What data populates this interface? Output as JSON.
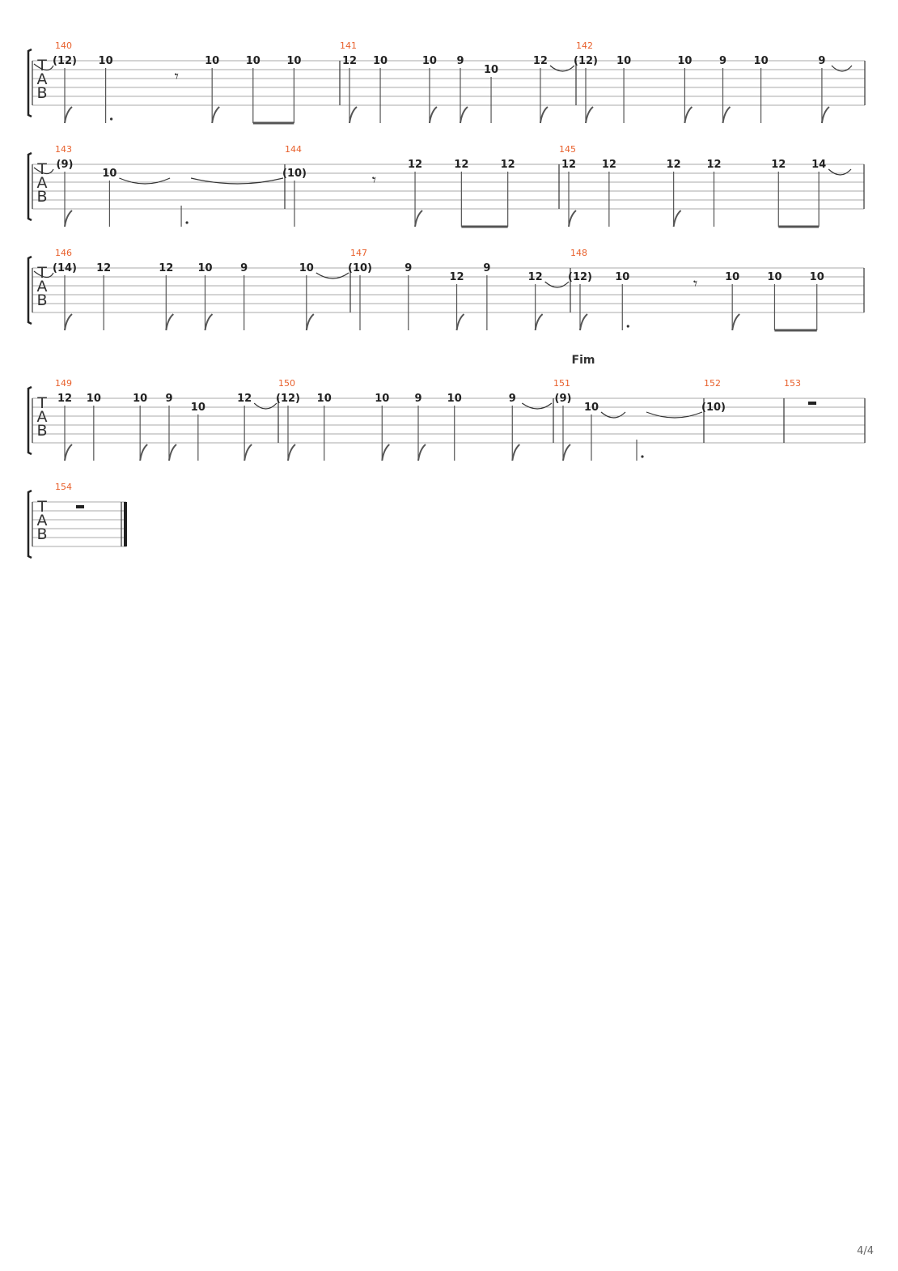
{
  "section_marker": "Fim",
  "page_number": "4/4",
  "tab_clef": [
    "T",
    "A",
    "B"
  ],
  "systems": [
    {
      "measures": [
        {
          "number": "140",
          "events": [
            {
              "fret": "(12)",
              "string": 1,
              "dur": 8,
              "tie_in": true
            },
            {
              "fret": "10",
              "string": 1,
              "dur": 4,
              "dot": true
            },
            {
              "rest": 8
            },
            {
              "fret": "10",
              "string": 1,
              "dur": 8
            },
            {
              "fret": "10",
              "string": 1,
              "dur": 8,
              "beam": "start"
            },
            {
              "fret": "10",
              "string": 1,
              "dur": 8,
              "beam": "end"
            }
          ]
        },
        {
          "number": "141",
          "events": [
            {
              "fret": "12",
              "string": 1,
              "dur": 8
            },
            {
              "fret": "10",
              "string": 1,
              "dur": 4
            },
            {
              "fret": "10",
              "string": 1,
              "dur": 8
            },
            {
              "fret": "9",
              "string": 1,
              "dur": 8
            },
            {
              "fret": "10",
              "string": 2,
              "dur": 4
            },
            {
              "fret": "12",
              "string": 1,
              "dur": 8,
              "tie_out": true
            }
          ]
        },
        {
          "number": "142",
          "events": [
            {
              "fret": "(12)",
              "string": 1,
              "dur": 8
            },
            {
              "fret": "10",
              "string": 1,
              "dur": 4
            },
            {
              "fret": "10",
              "string": 1,
              "dur": 8
            },
            {
              "fret": "9",
              "string": 1,
              "dur": 8
            },
            {
              "fret": "10",
              "string": 1,
              "dur": 4
            },
            {
              "fret": "9",
              "string": 1,
              "dur": 8,
              "tie_out": true
            }
          ]
        }
      ]
    },
    {
      "measures": [
        {
          "number": "143",
          "events": [
            {
              "fret": "(9)",
              "string": 1,
              "dur": 8,
              "tie_in": true
            },
            {
              "fret": "10",
              "string": 2,
              "dur": 4,
              "tie_out": true
            },
            {
              "fret": "",
              "string": 2,
              "dur": 2,
              "dot": true,
              "tie_out": true
            }
          ]
        },
        {
          "number": "144",
          "events": [
            {
              "fret": "(10)",
              "string": 2,
              "dur": 4
            },
            {
              "rest": 8
            },
            {
              "fret": "12",
              "string": 1,
              "dur": 8
            },
            {
              "fret": "12",
              "string": 1,
              "dur": 8,
              "beam": "start"
            },
            {
              "fret": "12",
              "string": 1,
              "dur": 8,
              "beam": "end"
            }
          ]
        },
        {
          "number": "145",
          "events": [
            {
              "fret": "12",
              "string": 1,
              "dur": 8
            },
            {
              "fret": "12",
              "string": 1,
              "dur": 4
            },
            {
              "fret": "12",
              "string": 1,
              "dur": 8
            },
            {
              "fret": "12",
              "string": 1,
              "dur": 4
            },
            {
              "fret": "12",
              "string": 1,
              "dur": 8,
              "beam": "start"
            },
            {
              "fret": "14",
              "string": 1,
              "dur": 8,
              "beam": "end",
              "tie_out": true
            }
          ]
        }
      ]
    },
    {
      "measures": [
        {
          "number": "146",
          "events": [
            {
              "fret": "(14)",
              "string": 1,
              "dur": 8,
              "tie_in": true
            },
            {
              "fret": "12",
              "string": 1,
              "dur": 4
            },
            {
              "fret": "12",
              "string": 1,
              "dur": 8
            },
            {
              "fret": "10",
              "string": 1,
              "dur": 8
            },
            {
              "fret": "9",
              "string": 1,
              "dur": 4
            },
            {
              "fret": "10",
              "string": 1,
              "dur": 8,
              "tie_out": true
            }
          ]
        },
        {
          "number": "147",
          "events": [
            {
              "fret": "(10)",
              "string": 1,
              "dur": 4
            },
            {
              "fret": "9",
              "string": 1,
              "dur": 4
            },
            {
              "fret": "12",
              "string": 2,
              "dur": 8
            },
            {
              "fret": "9",
              "string": 1,
              "dur": 4
            },
            {
              "fret": "12",
              "string": 2,
              "dur": 8,
              "tie_out": true
            }
          ]
        },
        {
          "number": "148",
          "events": [
            {
              "fret": "(12)",
              "string": 2,
              "dur": 8
            },
            {
              "fret": "10",
              "string": 2,
              "dur": 4,
              "dot": true
            },
            {
              "rest": 8
            },
            {
              "fret": "10",
              "string": 2,
              "dur": 8
            },
            {
              "fret": "10",
              "string": 2,
              "dur": 8,
              "beam": "start"
            },
            {
              "fret": "10",
              "string": 2,
              "dur": 8,
              "beam": "end"
            }
          ]
        }
      ]
    },
    {
      "measures": [
        {
          "number": "149",
          "events": [
            {
              "fret": "12",
              "string": 1,
              "dur": 8
            },
            {
              "fret": "10",
              "string": 1,
              "dur": 4
            },
            {
              "fret": "10",
              "string": 1,
              "dur": 8
            },
            {
              "fret": "9",
              "string": 1,
              "dur": 8
            },
            {
              "fret": "10",
              "string": 2,
              "dur": 4
            },
            {
              "fret": "12",
              "string": 1,
              "dur": 8,
              "tie_out": true
            }
          ]
        },
        {
          "number": "150",
          "events": [
            {
              "fret": "(12)",
              "string": 1,
              "dur": 8
            },
            {
              "fret": "10",
              "string": 1,
              "dur": 4
            },
            {
              "fret": "10",
              "string": 1,
              "dur": 8
            },
            {
              "fret": "9",
              "string": 1,
              "dur": 8
            },
            {
              "fret": "10",
              "string": 1,
              "dur": 4
            },
            {
              "fret": "9",
              "string": 1,
              "dur": 8,
              "tie_out": true
            }
          ]
        },
        {
          "number": "151",
          "events": [
            {
              "fret": "(9)",
              "string": 1,
              "dur": 8
            },
            {
              "fret": "10",
              "string": 2,
              "dur": 4,
              "tie_out": true
            },
            {
              "fret": "",
              "string": 2,
              "dur": 2,
              "dot": true,
              "tie_out": true
            }
          ]
        },
        {
          "number": "152",
          "events": [
            {
              "fret": "(10)",
              "string": 2,
              "dur": 1
            }
          ]
        },
        {
          "number": "153",
          "events": [
            {
              "rest": 1
            }
          ]
        }
      ]
    },
    {
      "measures": [
        {
          "number": "154",
          "final": true,
          "events": [
            {
              "rest": 1
            }
          ]
        }
      ]
    }
  ]
}
